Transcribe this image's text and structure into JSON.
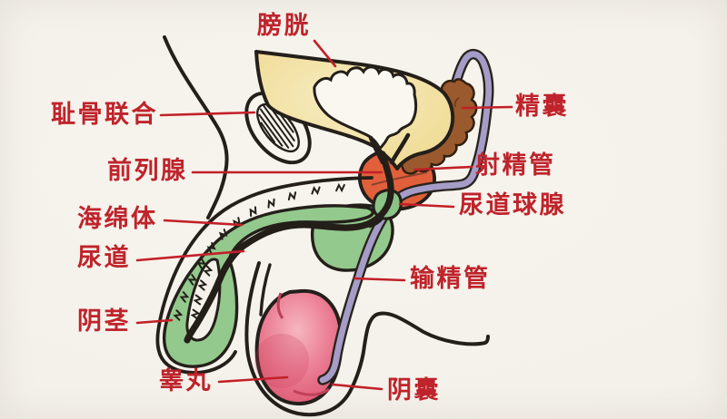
{
  "labels": {
    "bladder": "膀胱",
    "pubic_symphysis": "耻骨联合",
    "prostate": "前列腺",
    "corpus_cavernosum": "海绵体",
    "urethra": "尿道",
    "penis": "阴茎",
    "testis": "睾丸",
    "seminal_vesicle": "精囊",
    "ejaculatory_duct": "射精管",
    "bulbourethral_gland": "尿道球腺",
    "vas_deferens": "输精管",
    "scrotum": "阴囊"
  },
  "colors": {
    "label_red": "#bf232b",
    "leader_red": "#c22028",
    "ink": "#241f1a",
    "paper": "#f4f1ea",
    "bladder_yellow": "#efdb94",
    "bladder_yellow_light": "#f7ecc0",
    "lumen_white": "#faf7f0",
    "prostate_orange": "#e1603b",
    "seminal_vesicle_brown": "#9a5a2e",
    "duct_purple": "#a59dc7",
    "gland_green": "#8cc487",
    "penis_green": "#93c98c",
    "testis_pink": "#e87b92"
  }
}
